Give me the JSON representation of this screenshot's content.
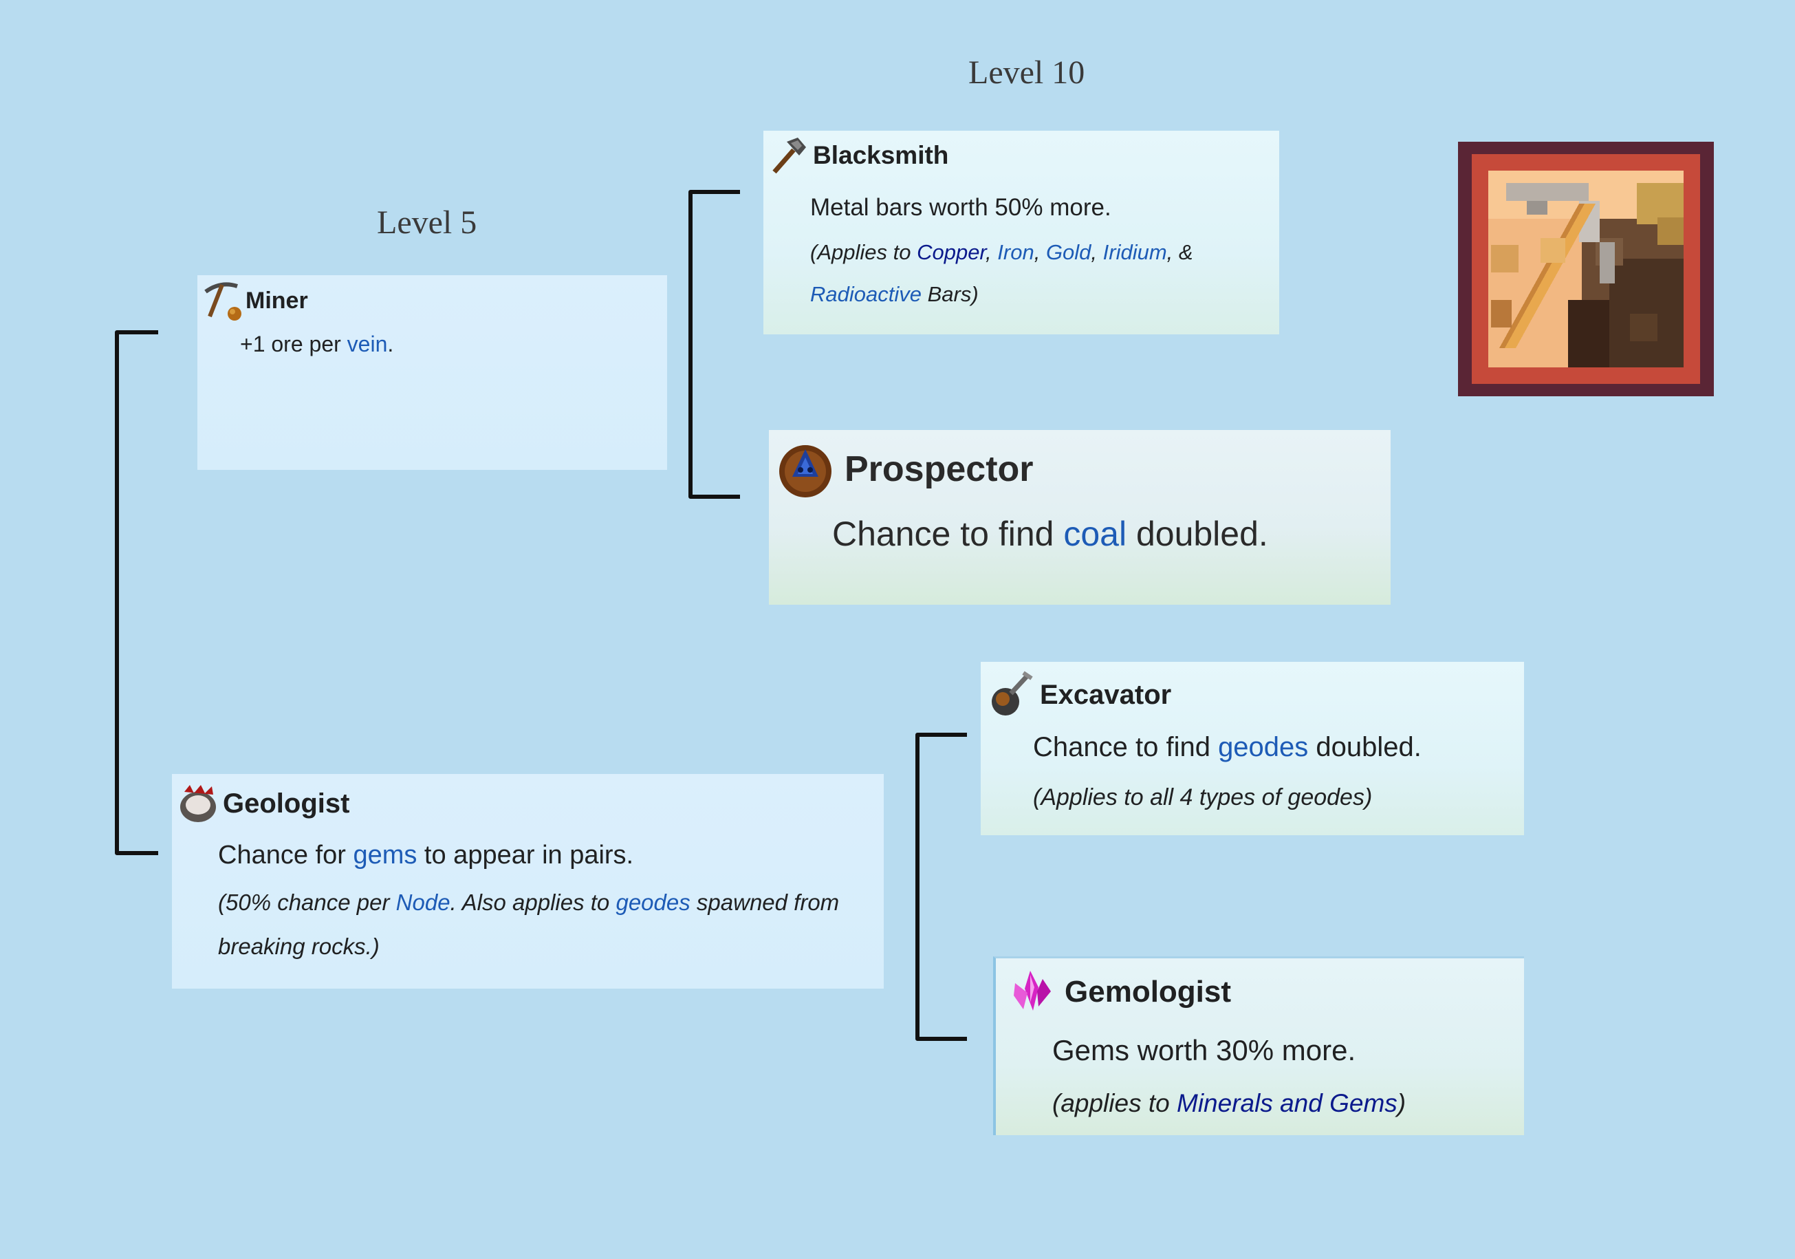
{
  "levels": {
    "level10": "Level 10",
    "level5": "Level 5"
  },
  "miner": {
    "title": "Miner",
    "desc_pre": "+1 ore per ",
    "desc_link": "vein",
    "desc_post": "."
  },
  "geologist": {
    "title": "Geologist",
    "desc_pre": "Chance for ",
    "desc_link": "gems",
    "desc_post": " to appear in pairs.",
    "note_pre": "(50% chance per ",
    "note_link1": "Node",
    "note_mid": ". Also applies to ",
    "note_link2": "geodes",
    "note_post": " spawned from",
    "note_line2": "breaking rocks.)"
  },
  "blacksmith": {
    "title": "Blacksmith",
    "desc": "Metal bars worth 50% more.",
    "note_pre": "(Applies to ",
    "links": [
      "Copper",
      "Iron",
      "Gold",
      "Iridium"
    ],
    "sep": ", ",
    "amp": ", &",
    "link_last": "Radioactive",
    "note_post": " Bars)"
  },
  "prospector": {
    "title": "Prospector",
    "desc_pre": "Chance to find ",
    "desc_link": "coal",
    "desc_post": " doubled."
  },
  "excavator": {
    "title": "Excavator",
    "desc_pre": "Chance to find ",
    "desc_link": "geodes",
    "desc_post": " doubled.",
    "note": "(Applies to all 4 types of geodes)"
  },
  "gemologist": {
    "title": "Gemologist",
    "desc": "Gems worth 30% more.",
    "note_pre": "(applies to ",
    "note_link": "Minerals and Gems",
    "note_post": ")"
  },
  "icons": {
    "miner": "pickaxe-icon",
    "geologist": "geode-icon",
    "blacksmith": "hammer-icon",
    "prospector": "coal-node-icon",
    "excavator": "geode-tool-icon",
    "gemologist": "crystal-icon",
    "skill": "mining-skill-icon"
  },
  "colors": {
    "background": "#b8dcf0",
    "link": "#1d5bb6",
    "link_dark": "#0b1a8c",
    "bracket": "#111111"
  }
}
